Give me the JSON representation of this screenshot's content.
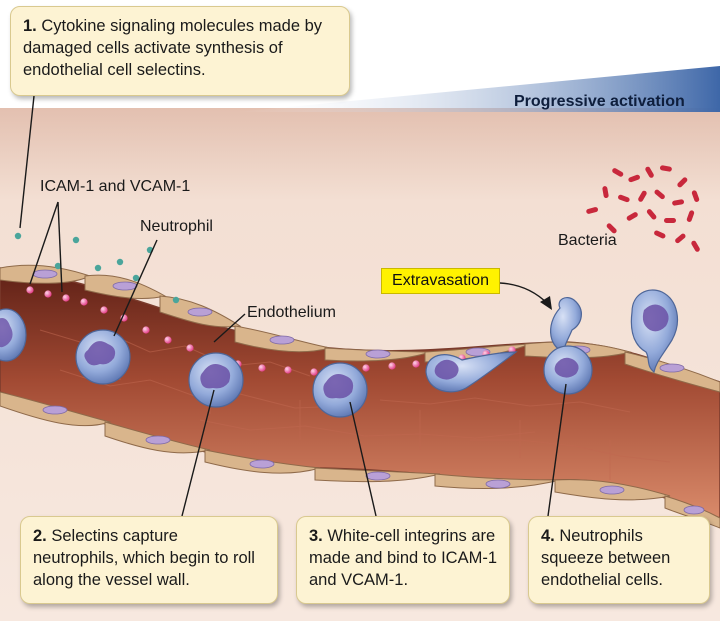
{
  "callouts": [
    {
      "number": "1.",
      "text": "Cytokine signaling molecules made by damaged cells activate synthesis of endothelial cell selectins."
    },
    {
      "number": "2.",
      "text": "Selectins capture neutrophils, which begin to roll along the vessel wall."
    },
    {
      "number": "3.",
      "text": "White-cell integrins are made and bind to ICAM-1 and VCAM-1."
    },
    {
      "number": "4.",
      "text": "Neutrophils squeeze between endothelial cells."
    }
  ],
  "labels": {
    "progressive_activation": "Progressive activation",
    "icam_vcam": "ICAM-1 and VCAM-1",
    "neutrophil": "Neutrophil",
    "endothelium": "Endothelium",
    "extravasation": "Extravasation",
    "bacteria": "Bacteria"
  },
  "colors": {
    "tissue": "#f2ddd0",
    "vessel": "#9c4a3a",
    "endothelial_cell": "#d9b58c",
    "nucleus": "#b9a0d6",
    "neutrophil": "#8fa9d8",
    "selectin": "#e83a8a",
    "cytokine": "#4aa59b",
    "bacteria": "#c8283c",
    "progress_gradient": "#3e67a8",
    "highlight": "#fff200"
  }
}
